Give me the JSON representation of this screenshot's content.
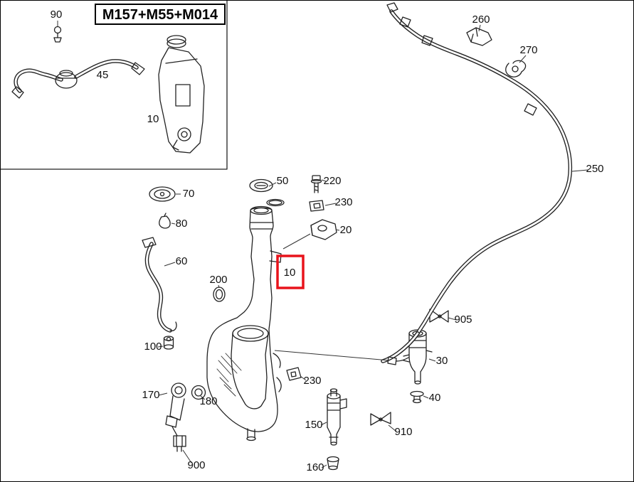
{
  "inset": {
    "title": "M157+M55+M014",
    "cap": "90",
    "hose": "45",
    "reservoir": "10"
  },
  "parts": {
    "filler_ring": "70",
    "cap": "50",
    "screw": "220",
    "clip_upper": "230",
    "bracket": "20",
    "plug": "80",
    "filler_pipe": "60",
    "seal": "200",
    "grommet_upper": "100",
    "clip_mid": "230",
    "pump_front": "170",
    "cap_front": "180",
    "pump_bottom": "150",
    "connector": "900",
    "grommet_bottom": "160",
    "clip_bottom": "910",
    "pump_right": "30",
    "grommet_right": "40",
    "clip_right": "905",
    "hose": "250",
    "bracket_top": "260",
    "clip_top": "270"
  },
  "highlight": {
    "label": "10",
    "color": "#e8131b"
  }
}
